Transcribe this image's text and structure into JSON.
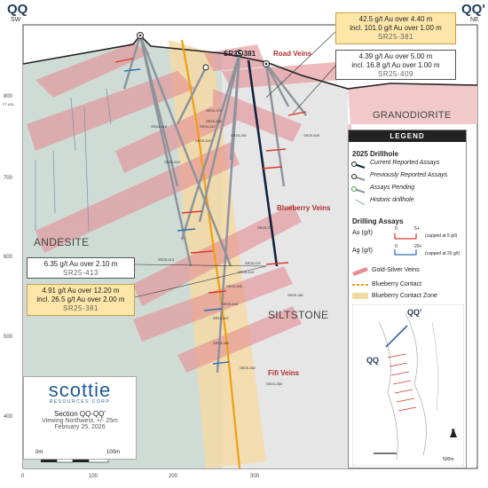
{
  "header": {
    "left_section": "QQ",
    "left_direction": "SW",
    "right_section": "QQ'",
    "right_direction": "NE"
  },
  "axis": {
    "y_unit_label": "FT ASL",
    "y_ticks": [
      "800",
      "700",
      "600",
      "500",
      "400"
    ],
    "x_ticks": [
      "0",
      "100",
      "200",
      "300"
    ]
  },
  "callouts": {
    "sr25_381_top": {
      "line1": "42.5 g/t Au over 4.40 m",
      "line2": "incl. 101.0 g/t Au over 1.00 m",
      "id": "SR25-381"
    },
    "sr25_409": {
      "line1": "4.39 g/t Au over 5.00 m",
      "line2": "incl. 16.8 g/t Au over 1.00 m",
      "id": "SR25-409"
    },
    "sr25_413": {
      "line1": "6.35 g/t Au over 2.10 m",
      "id": "SR25-413"
    },
    "sr25_381_mid": {
      "line1": "4.91 g/t Au over 12.20 m",
      "line2": "incl. 26.5 g/t Au over 2.00 m",
      "id": "SR25-381"
    }
  },
  "labels": {
    "road_veins": "Road Veins",
    "blueberry_veins": "Blueberry Veins",
    "fifi_veins": "Fifi Veins",
    "hole_top": "SR25-381",
    "andesite": "ANDESITE",
    "siltstone": "SILTSTONE",
    "granodiorite": "GRANODIORITE"
  },
  "hole_ids": [
    "SR25-379",
    "SR25-380",
    "SR25-391",
    "SR24-418",
    "SR24-417",
    "SR25-403",
    "SR25-412",
    "SR25-277",
    "SR25-421",
    "SR25-410",
    "SR25-413",
    "SR25-405",
    "SR25-408",
    "SR23-382",
    "SR25-381",
    "SR25-407",
    "SR23-283",
    "SR25-409",
    "SR25-392"
  ],
  "legend": {
    "title": "LEGEND",
    "drillhole_title": "2025 Drillhole",
    "current": "Current Reported Assays",
    "previous": "Previously Reported Assays",
    "pending": "Assays Pending",
    "historic": "Historic drillhole",
    "assays_title": "Drilling Assays",
    "au": "Au (g/t)",
    "au_scale_lo": "0",
    "au_scale_hi": "5+",
    "au_cap": "(capped at 5 g/t)",
    "ag": "Ag (g/t)",
    "ag_scale_lo": "0",
    "ag_scale_hi": "20+",
    "ag_cap": "(capped at 20 g/t)",
    "gold_silver": "Gold-Silver Veins",
    "blueberry_contact": "Blueberry Contact",
    "blueberry_zone": "Blueberry Contact Zone",
    "inset_top_label": "QQ'",
    "inset_bottom_label": "QQ",
    "scale_label": "500m",
    "north_label": "N"
  },
  "logo": {
    "brand": "scottie",
    "subbrand": "RESOURCES CORP",
    "section": "Section QQ-QQ'",
    "view": "Viewing Northwest, +/- 25m",
    "date": "February 25, 2026"
  },
  "scale": {
    "zero": "0m",
    "hundred": "100m"
  },
  "colors": {
    "andesite": "#cfdcd6",
    "siltstone": "#e6e6e6",
    "granodiorite": "#f2c9cb",
    "vein": "#e58d92",
    "contact": "#f0a010",
    "contact_zone": "#f3d9a6",
    "hole": "#8c939c",
    "current_hole": "#10243d",
    "navy": "#1f3b5a"
  }
}
